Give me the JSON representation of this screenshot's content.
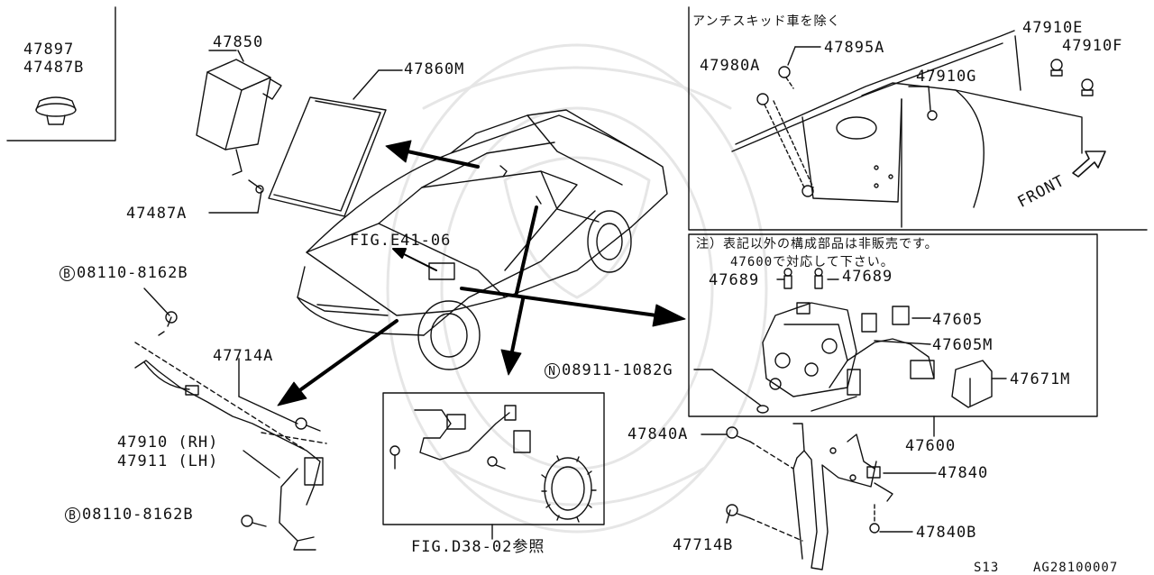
{
  "panels": {
    "clip_parts": [
      "47897",
      "47487B"
    ],
    "top_right_note": "アンチスキッド車を除く",
    "right_note_line1": "注）表記以外の構成部品は非販売です。",
    "right_note_line2": "47600で対応して下さい。",
    "sensor_ref": "FIG.D38-02参照",
    "front_label": "FRONT"
  },
  "callouts": {
    "p47850": "47850",
    "p47860M": "47860M",
    "p47487A": "47487A",
    "fig_e41": "FIG.E41-06",
    "bolt_top_mark": "B",
    "bolt_top": "08110-8162B",
    "p47714A": "47714A",
    "p47910": "47910 (RH)",
    "p47911": "47911 (LH)",
    "bolt_bottom_mark": "B",
    "bolt_bottom": "08110-8162B",
    "p47980A": "47980A",
    "p47895A": "47895A",
    "p47910G": "47910G",
    "p47910E": "47910E",
    "p47910F": "47910F",
    "p47689_left": "47689",
    "p47689_right": "47689",
    "p47605": "47605",
    "p47605M": "47605M",
    "p47671M": "47671M",
    "nut_mark": "N",
    "nut": "08911-1082G",
    "p47600": "47600",
    "p47840A": "47840A",
    "p47840": "47840",
    "p47840B": "47840B",
    "p47714B": "47714B"
  },
  "footer": {
    "model": "S13",
    "code": "AG28100007"
  }
}
